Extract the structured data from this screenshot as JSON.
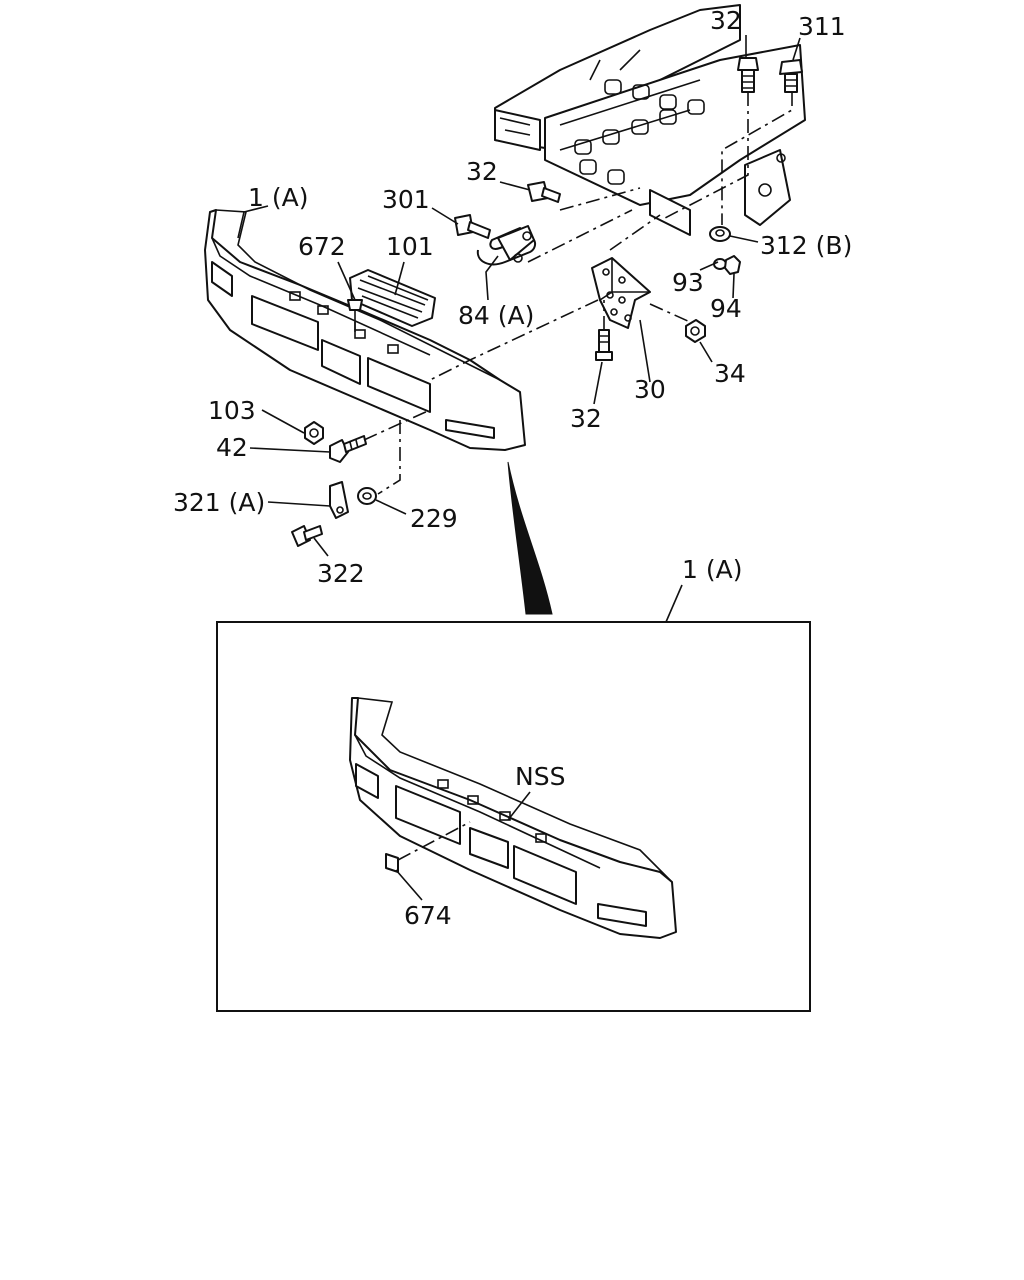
{
  "labels": {
    "l32_top": "32",
    "l311": "311",
    "l32_mid": "32",
    "l301": "301",
    "l1a": "1 (A)",
    "l672": "672",
    "l101": "101",
    "l84a": "84 (A)",
    "l312b": "312 (B)",
    "l93": "93",
    "l94": "94",
    "l34": "34",
    "l30": "30",
    "l32_low": "32",
    "l103": "103",
    "l42": "42",
    "l321a": "321 (A)",
    "l229": "229",
    "l322": "322",
    "l1a_inset": "1 (A)",
    "lnss": "NSS",
    "l674": "674"
  }
}
